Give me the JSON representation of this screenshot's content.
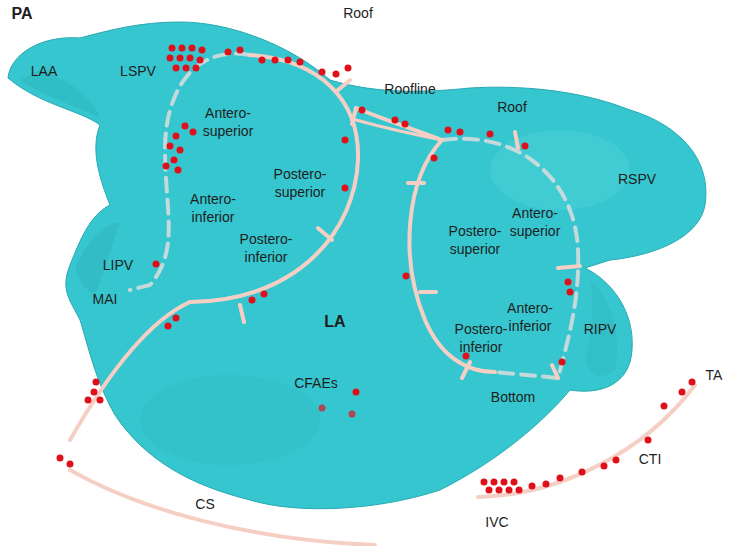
{
  "diagram": {
    "labels": [
      "PA",
      "Roof",
      "LAA",
      "LSPV",
      "Roofline",
      "Roof",
      "Antero- superior",
      "RSPV",
      "Postero- superior",
      "Antero- inferior",
      "Postero- superior",
      "Antero- superior",
      "LIPV",
      "Postero- inferior",
      "MAI",
      "LA",
      "Antero- inferior",
      "Postero- inferior",
      "RIPV",
      "CFAEs",
      "Bottom",
      "TA",
      "CTI",
      "CS",
      "IVC"
    ]
  }
}
